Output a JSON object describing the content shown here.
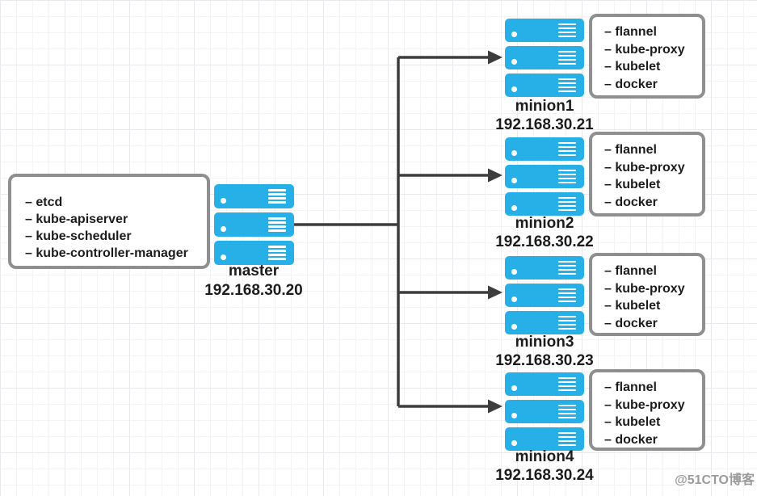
{
  "diagram": {
    "title_implicit": "kubernetes cluster topology",
    "master": {
      "name": "master",
      "ip": "192.168.30.20",
      "components": [
        "– etcd",
        "– kube-apiserver",
        "– kube-scheduler",
        "– kube-controller-manager"
      ]
    },
    "minions": [
      {
        "name": "minion1",
        "ip": "192.168.30.21",
        "components": [
          "– flannel",
          "– kube-proxy",
          "– kubelet",
          "– docker"
        ]
      },
      {
        "name": "minion2",
        "ip": "192.168.30.22",
        "components": [
          "– flannel",
          "– kube-proxy",
          "– kubelet",
          "– docker"
        ]
      },
      {
        "name": "minion3",
        "ip": "192.168.30.23",
        "components": [
          "– flannel",
          "– kube-proxy",
          "– kubelet",
          "– docker"
        ]
      },
      {
        "name": "minion4",
        "ip": "192.168.30.24",
        "components": [
          "– flannel",
          "– kube-proxy",
          "– kubelet",
          "– docker"
        ]
      }
    ],
    "colors": {
      "server_fill": "#27b0e7",
      "box_border": "#8f8f8f",
      "arrow": "#3d3d3d",
      "text": "#1c1c1c",
      "grid_minor": "#f4f4f7",
      "grid_major": "#e9e9ee"
    }
  },
  "watermark": "@51CTO博客"
}
